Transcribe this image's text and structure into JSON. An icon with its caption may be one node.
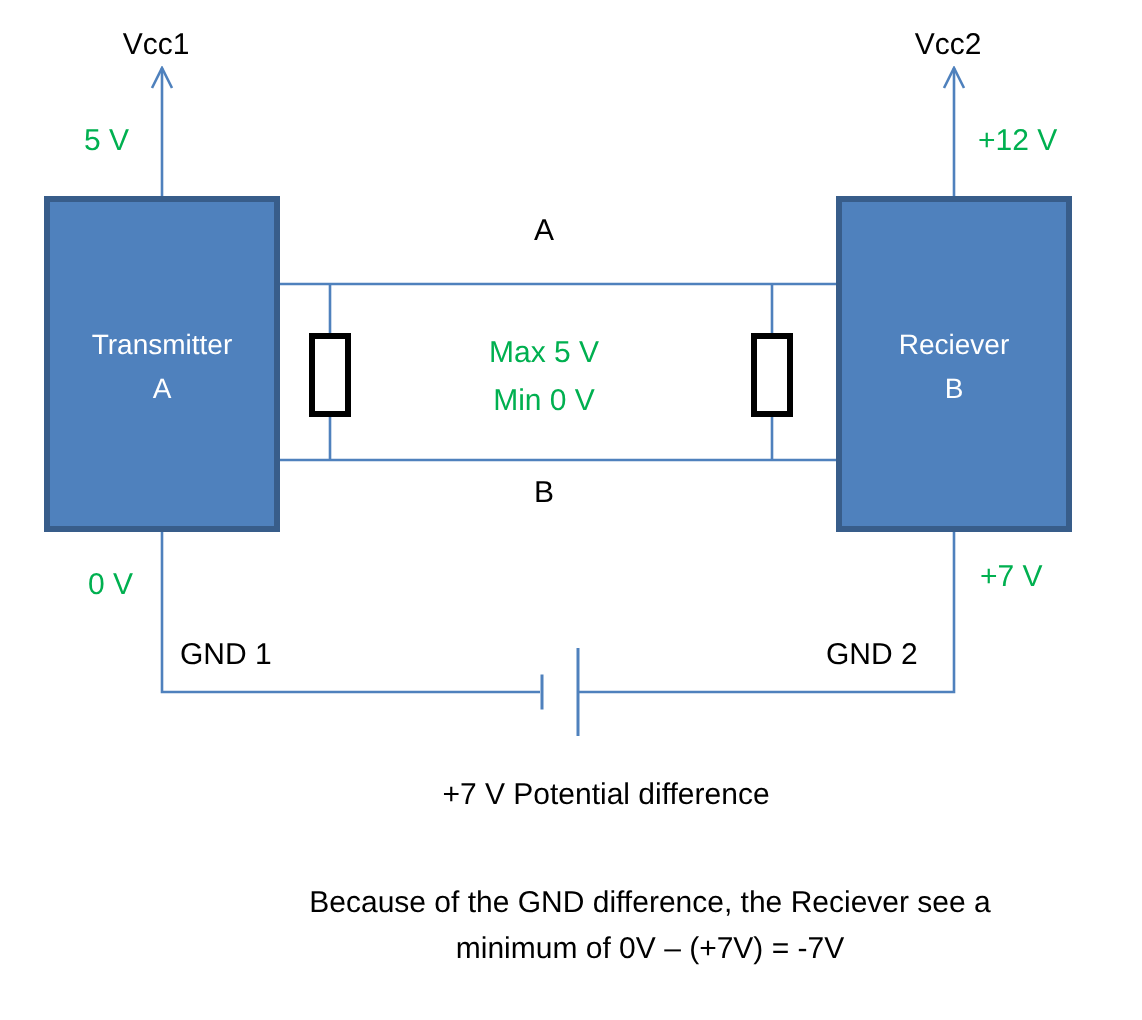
{
  "diagram": {
    "nodes": [
      {
        "text": [
          "Vcc1"
        ]
      },
      {
        "text": [
          "Vcc2"
        ]
      },
      {
        "text": [
          "Transmitter A"
        ]
      },
      {
        "text": [
          "Reciever B"
        ]
      },
      {
        "text": [],
        "shape": "battery",
        "beside": [
          "+7 V Potential difference"
        ]
      }
    ],
    "edges": [
      {
        "from": 2,
        "to": 0,
        "arrow": "to",
        "label": "5 V"
      },
      {
        "from": 3,
        "to": 1,
        "arrow": "to",
        "label": "+12 V"
      },
      {
        "from": 2,
        "to": 3,
        "arrow": "none",
        "label": "A"
      },
      {
        "from": 2,
        "to": 3,
        "arrow": "none",
        "label": "B"
      },
      {
        "from": 2,
        "to": 4,
        "arrow": "none"
      },
      {
        "from": 4,
        "to": 3,
        "arrow": "none"
      }
    ],
    "labels": [
      "Max 5 V",
      "Min 0 V",
      "0 V",
      "+7 V",
      "GND 1",
      "GND 2",
      "Because of the GND difference, the Reciever see a minimum of 0V – (+7V) = -7V"
    ]
  }
}
